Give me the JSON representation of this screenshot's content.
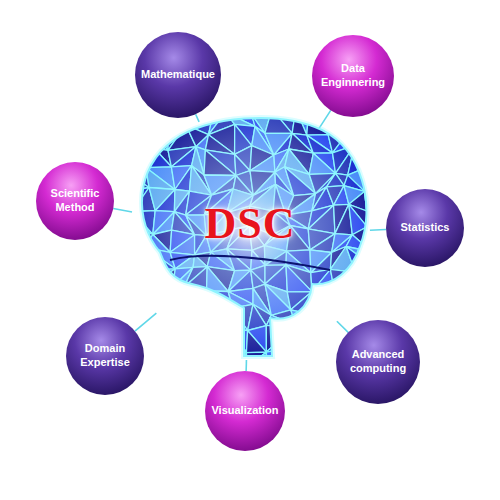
{
  "diagram": {
    "nodes": [
      {
        "text": [
          "Mathematique"
        ]
      },
      {
        "text": [
          "Data Enginnering"
        ]
      },
      {
        "text": [
          "Scientific Method"
        ]
      },
      {
        "text": [
          "DSC"
        ]
      },
      {
        "text": [
          "Statistics"
        ]
      },
      {
        "text": [
          "Domain Expertise"
        ]
      },
      {
        "text": [
          "Advanced computing"
        ]
      },
      {
        "text": [
          "Visualization"
        ]
      }
    ],
    "edges": [
      {
        "from": 3,
        "to": 0,
        "arrow": "none"
      },
      {
        "from": 3,
        "to": 1,
        "arrow": "none"
      },
      {
        "from": 3,
        "to": 2,
        "arrow": "none"
      },
      {
        "from": 3,
        "to": 4,
        "arrow": "none"
      },
      {
        "from": 3,
        "to": 5,
        "arrow": "none"
      },
      {
        "from": 3,
        "to": 6,
        "arrow": "none"
      },
      {
        "from": 3,
        "to": 7,
        "arrow": "none"
      }
    ]
  }
}
